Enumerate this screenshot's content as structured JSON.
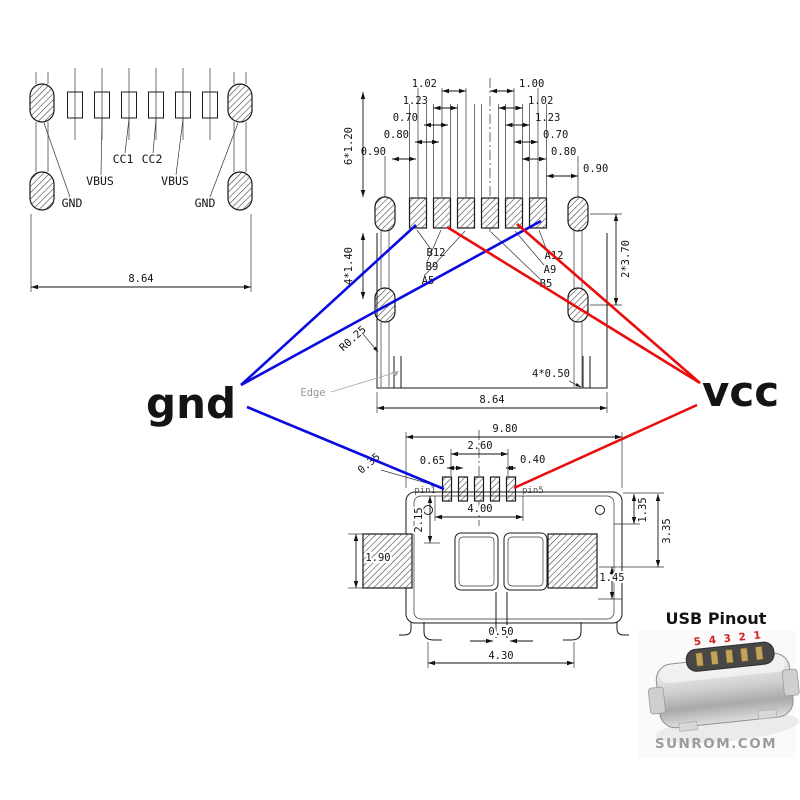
{
  "annotations": {
    "gnd": {
      "label": "gnd",
      "color": "#0a0ae0"
    },
    "vcc": {
      "label": "vcc",
      "color": "#ea0d0d"
    }
  },
  "footprint": {
    "labels": {
      "cc1": "CC1",
      "cc2": "CC2",
      "vbus": "VBUS",
      "gnd": "GND"
    },
    "dim_width": "8.64"
  },
  "front_view": {
    "dims_left": [
      "1.02",
      "1.23",
      "0.70",
      "0.80",
      "0.90"
    ],
    "dims_right": [
      "1.00",
      "1.02",
      "1.23",
      "0.70",
      "0.80",
      "0.90"
    ],
    "dim_pitch": "6*1.20",
    "dim_height": "4*1.40",
    "dim_side": "2*3.70",
    "dim_radius": "R0.25",
    "edge_label": "Edge",
    "dim_width": "8.64",
    "dim_slots": "4*0.50",
    "pins_left": [
      "B12",
      "B9",
      "A5"
    ],
    "pins_right": [
      "A12",
      "A9",
      "B5"
    ]
  },
  "top_view": {
    "dim_total_width": "9.80",
    "dim_pad_span": "2.60",
    "dim_pad_pitch": "0.65",
    "dim_pad_width": "0.40",
    "dim_pad_offset": "0.35",
    "pin1_label": "pin1",
    "pin5_label": "pin5",
    "dim_row_width": "4.00",
    "dim_right_1": "1.35",
    "dim_right_2": "3.35",
    "dim_left_1": "2.15",
    "dim_left_2": "1.90",
    "dim_right_3": "1.45",
    "dim_bottom_1": "0.50",
    "dim_bottom_2": "4.30"
  },
  "photo": {
    "title": "USB Pinout",
    "title_color": "#a32020",
    "pin_numbers": [
      "5",
      "4",
      "3",
      "2",
      "1"
    ],
    "watermark": "SUNROM.COM"
  }
}
